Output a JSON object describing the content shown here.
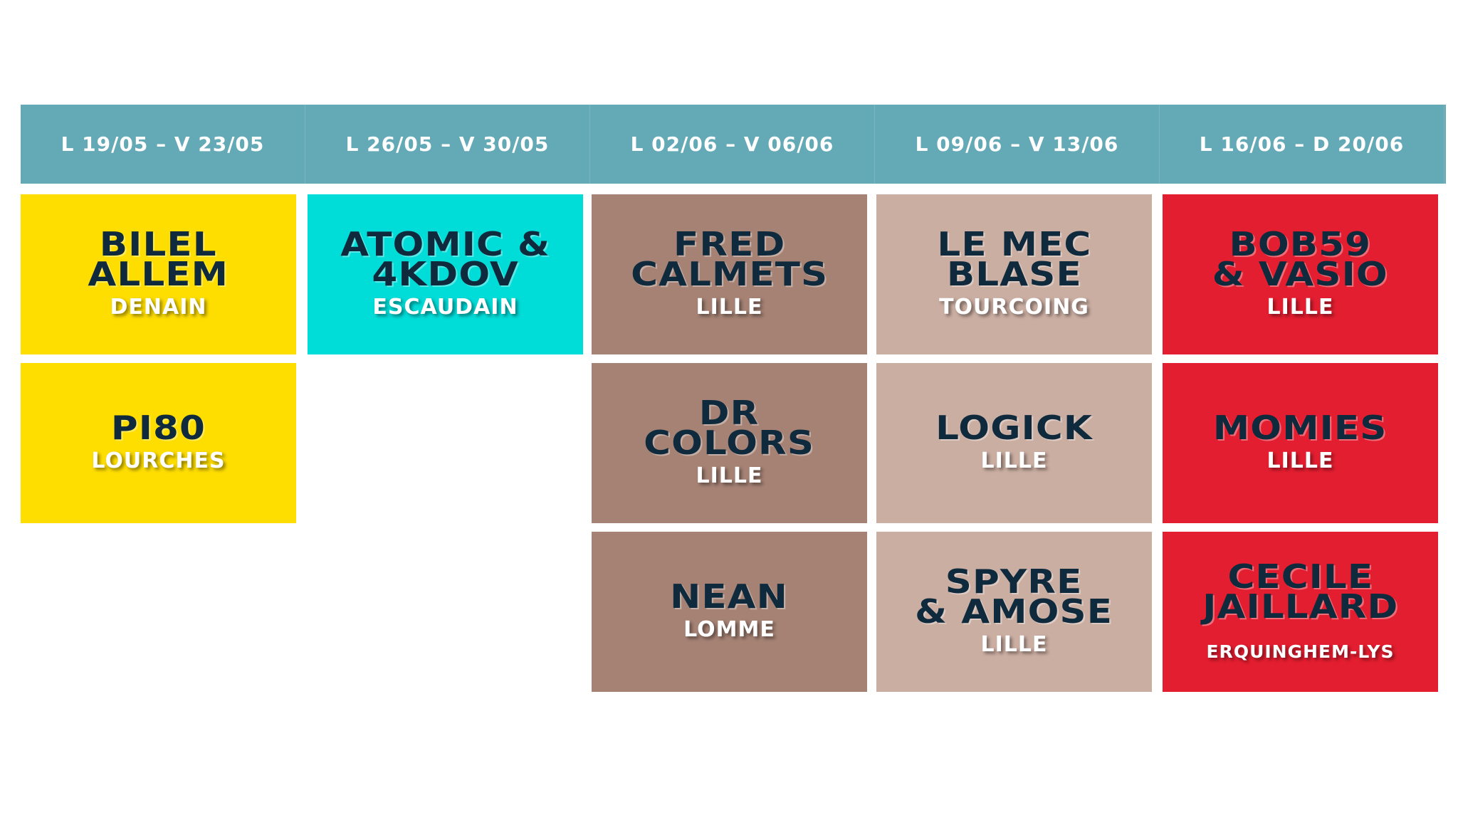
{
  "headers": [
    "L 19/05 – V 23/05",
    "L 26/05 – V 30/05",
    "L 02/06 – V 06/06",
    "L 09/06 – V 13/06",
    "L 16/06 – D 20/06"
  ],
  "cards": {
    "c0r0": {
      "artist": "BILEL\nALLEM",
      "city": "DENAIN"
    },
    "c0r1": {
      "artist": "PI80",
      "city": "LOURCHES"
    },
    "c1r0": {
      "artist": "ATOMIC &\n4KDOV",
      "city": "ESCAUDAIN"
    },
    "c2r0": {
      "artist": "FRED\nCALMETS",
      "city": "LILLE"
    },
    "c2r1": {
      "artist": "DR\nCOLORS",
      "city": "LILLE"
    },
    "c2r2": {
      "artist": "NEAN",
      "city": "LOMME"
    },
    "c3r0": {
      "artist": "LE MEC\nBLASE",
      "city": "TOURCOING"
    },
    "c3r1": {
      "artist": "LOGICK",
      "city": "LILLE"
    },
    "c3r2": {
      "artist": "SPYRE\n& AMOSE",
      "city": "LILLE"
    },
    "c4r0": {
      "artist": "BOB59\n& VASIO",
      "city": "LILLE"
    },
    "c4r1": {
      "artist": "MOMIES",
      "city": "LILLE"
    },
    "c4r2": {
      "artist": "CECILE\nJAILLARD",
      "city": "ERQUINGHEM-LYS"
    }
  },
  "colors": {
    "header": "#64a9b6",
    "yellow": "#fedd00",
    "cyan": "#00dcd8",
    "brown": "#a58274",
    "beige": "#cbaea2",
    "red": "#e31e30",
    "navy": "#0f2a3c"
  }
}
